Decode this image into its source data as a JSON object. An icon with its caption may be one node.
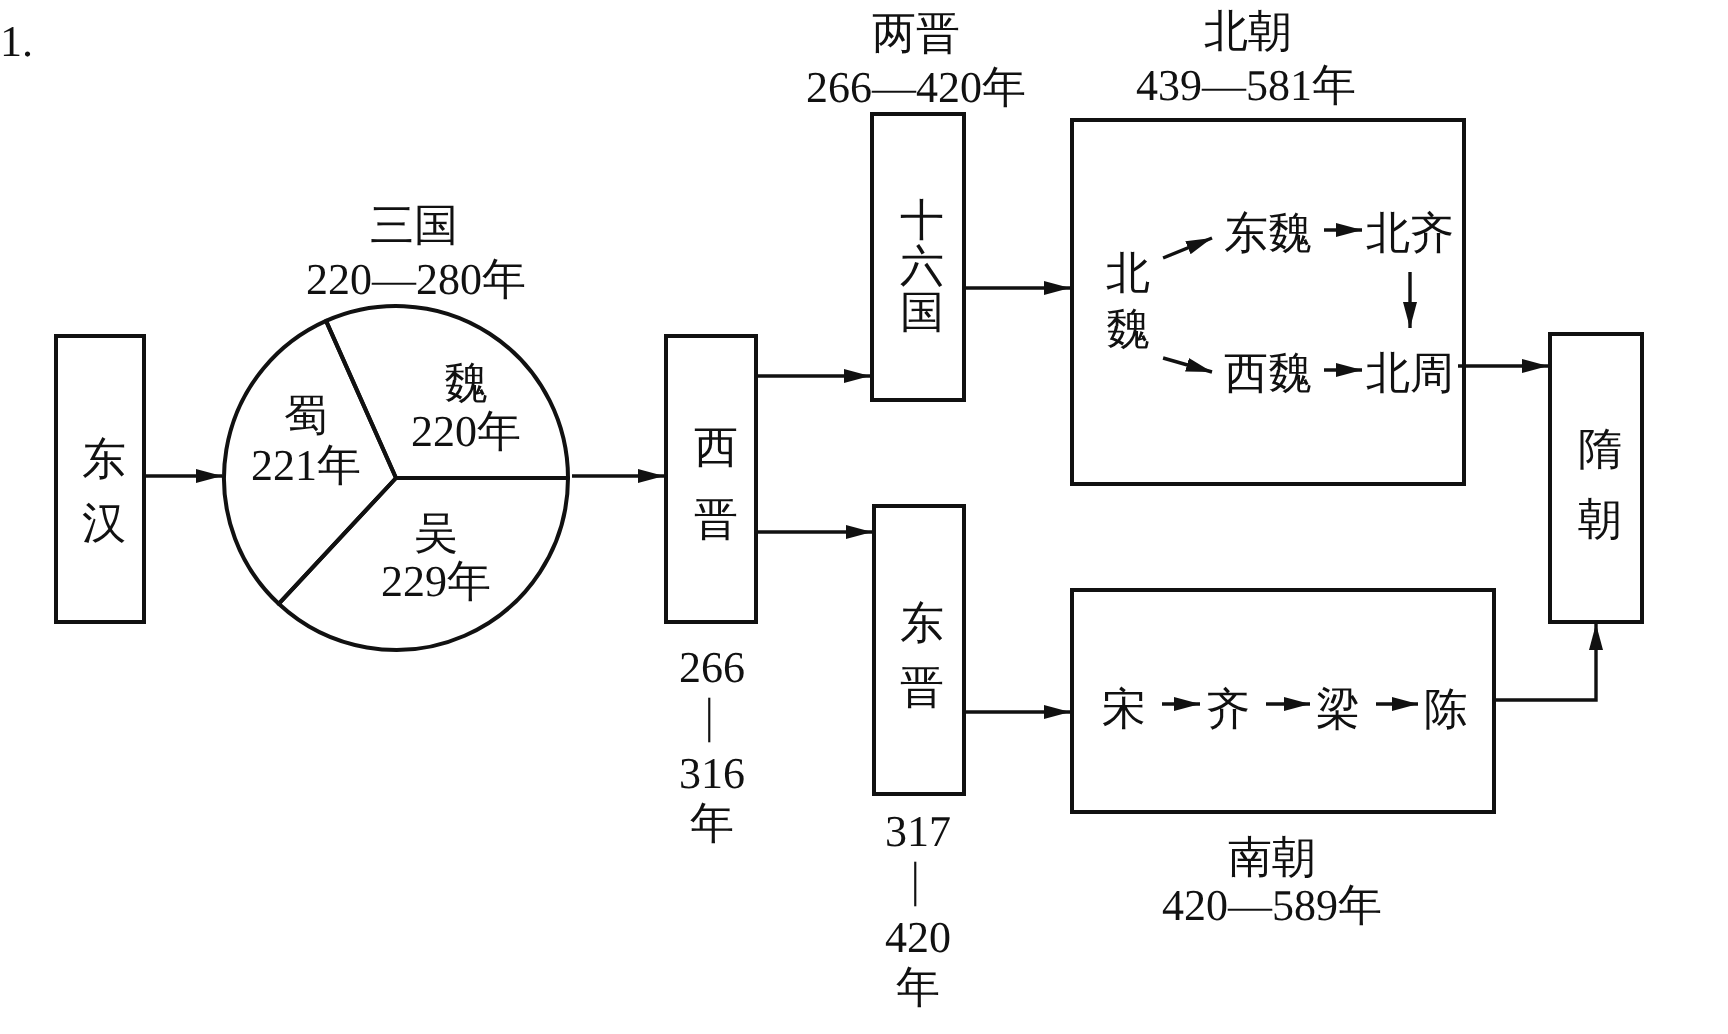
{
  "diagram": {
    "nodes": [
      {
        "text": [
          "东汉"
        ]
      },
      {
        "text": [
          "三国",
          "220—280年"
        ]
      },
      {
        "text": [
          "蜀",
          "221年"
        ],
        "in": 1
      },
      {
        "text": [
          "魏",
          "220年"
        ],
        "in": 1
      },
      {
        "text": [
          "吴",
          "229年"
        ],
        "in": 1
      },
      {
        "text": [
          "西晋"
        ],
        "beside": [
          "266—316年"
        ]
      },
      {
        "text": [
          "十六国"
        ]
      },
      {
        "text": [
          "东晋"
        ],
        "beside": [
          "317—420年"
        ]
      },
      {
        "text": [
          "北朝",
          "439—581年"
        ]
      },
      {
        "text": [
          "北魏"
        ],
        "in": 8
      },
      {
        "text": [
          "东魏"
        ],
        "in": 8
      },
      {
        "text": [
          "北齐"
        ],
        "in": 8
      },
      {
        "text": [
          "西魏"
        ],
        "in": 8
      },
      {
        "text": [
          "北周"
        ],
        "in": 8
      },
      {
        "text": [
          "南朝",
          "420—589年"
        ]
      },
      {
        "text": [
          "宋"
        ],
        "in": 14
      },
      {
        "text": [
          "齐"
        ],
        "in": 14
      },
      {
        "text": [
          "梁"
        ],
        "in": 14
      },
      {
        "text": [
          "陈"
        ],
        "in": 14
      },
      {
        "text": [
          "隋朝"
        ]
      }
    ],
    "edges": [
      {
        "from": 0,
        "to": 1,
        "arrow": "to"
      },
      {
        "from": 1,
        "to": 5,
        "arrow": "to"
      },
      {
        "from": 5,
        "to": 6,
        "arrow": "to"
      },
      {
        "from": 5,
        "to": 7,
        "arrow": "to"
      },
      {
        "from": 6,
        "to": 8,
        "arrow": "to"
      },
      {
        "from": 7,
        "to": 14,
        "arrow": "to"
      },
      {
        "from": 9,
        "to": 10,
        "arrow": "to"
      },
      {
        "from": 9,
        "to": 12,
        "arrow": "to"
      },
      {
        "from": 10,
        "to": 11,
        "arrow": "to"
      },
      {
        "from": 11,
        "to": 13,
        "arrow": "to"
      },
      {
        "from": 12,
        "to": 13,
        "arrow": "to"
      },
      {
        "from": 13,
        "to": 19,
        "arrow": "to"
      },
      {
        "from": 15,
        "to": 16,
        "arrow": "to"
      },
      {
        "from": 16,
        "to": 17,
        "arrow": "to"
      },
      {
        "from": 17,
        "to": 18,
        "arrow": "to"
      },
      {
        "from": 14,
        "to": 19,
        "arrow": "to"
      }
    ],
    "labels": [
      "1.",
      "两晋",
      "266—420年"
    ]
  }
}
